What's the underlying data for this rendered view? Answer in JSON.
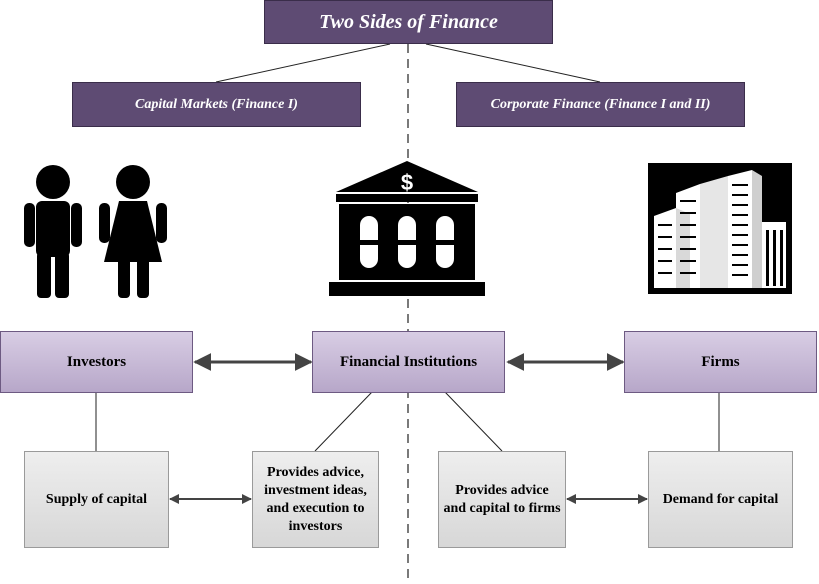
{
  "title": "Two Sides of Finance",
  "left_header": "Capital Markets (Finance I)",
  "right_header": "Corporate Finance (Finance I and II)",
  "icons": [
    "investors-icon",
    "bank-icon",
    "firms-buildings-icon"
  ],
  "bank_symbol": "$",
  "nodes": {
    "investors": "Investors",
    "institutions": "Financial Institutions",
    "firms": "Firms"
  },
  "details": {
    "supply": "Supply of capital",
    "advice_investors": "Provides advice, investment ideas, and execution to investors",
    "advice_firms": "Provides advice and capital to firms",
    "demand": "Demand for capital"
  },
  "colors": {
    "header_fill": "#5e4b73",
    "node_fill": "#c7b9d8",
    "detail_fill": "#e3e3e3",
    "arrow": "#444444"
  }
}
